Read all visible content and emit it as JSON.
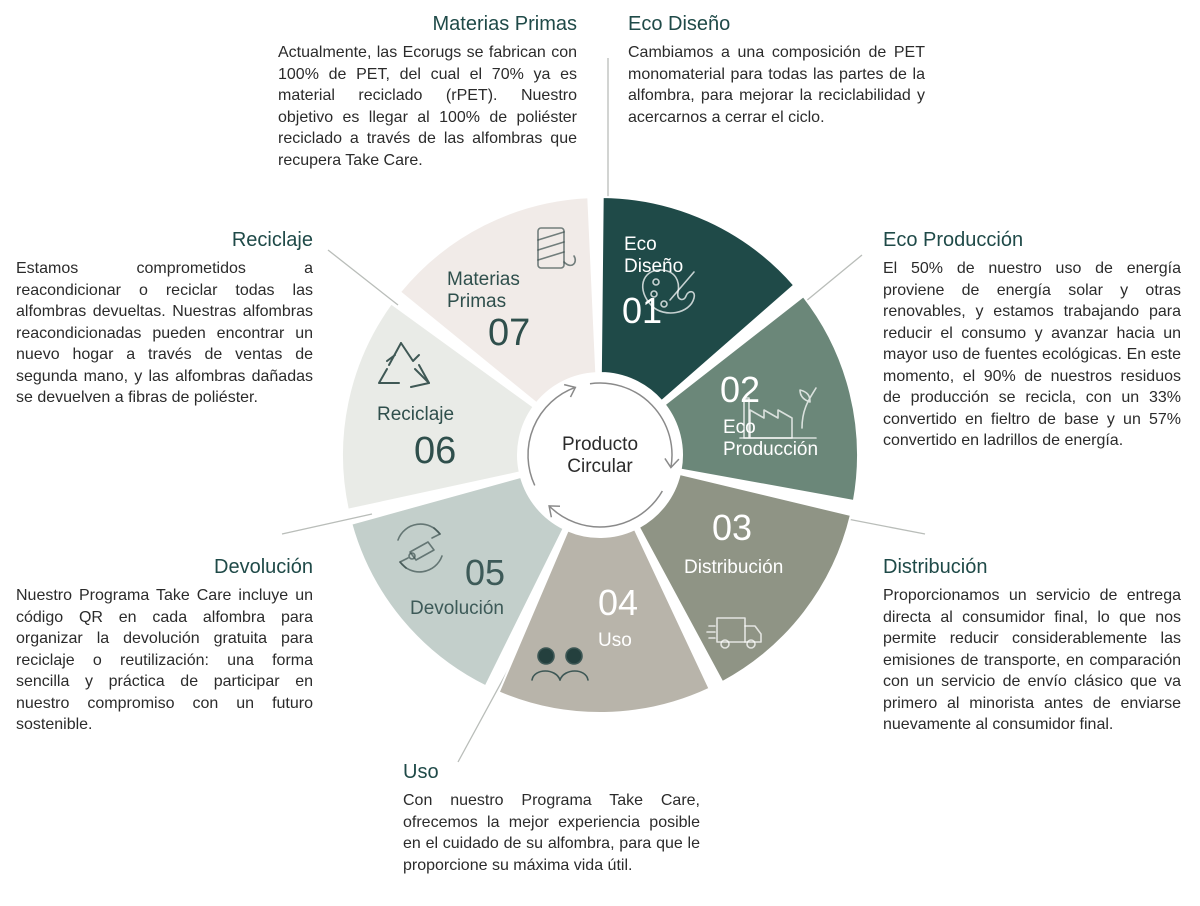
{
  "colors": {
    "title": "#1f4a48",
    "text": "#2b2b2b",
    "connector": "#b9bdb9",
    "arrow": "#8a8a8a"
  },
  "center": {
    "line1": "Producto",
    "line2": "Circular"
  },
  "stages": [
    {
      "id": "eco-diseno",
      "number": "01",
      "line1": "Eco",
      "line2": "Diseño",
      "fill": "#1f4a48",
      "text_color": "#ffffff",
      "icon": "palette-icon"
    },
    {
      "id": "eco-produccion",
      "number": "02",
      "line1": "Eco",
      "line2": "Producción",
      "fill": "#6b8779",
      "text_color": "#ffffff",
      "icon": "factory-icon"
    },
    {
      "id": "distribucion",
      "number": "03",
      "line1": "Distribución",
      "line2": "",
      "fill": "#8f9485",
      "text_color": "#ffffff",
      "icon": "truck-icon"
    },
    {
      "id": "uso",
      "number": "04",
      "line1": "Uso",
      "line2": "",
      "fill": "#b8b4aa",
      "text_color": "#ffffff",
      "icon": "people-icon"
    },
    {
      "id": "devolucion",
      "number": "05",
      "line1": "Devolución",
      "line2": "",
      "fill": "#c3cfcb",
      "text_color": "#3d5a58",
      "icon": "return-icon"
    },
    {
      "id": "reciclaje",
      "number": "06",
      "line1": "Reciclaje",
      "line2": "",
      "fill": "#e9ebe7",
      "text_color": "#2f4f4c",
      "icon": "recycle-icon"
    },
    {
      "id": "materias-primas",
      "number": "07",
      "line1": "Materias",
      "line2": "Primas",
      "fill": "#f1ebe8",
      "text_color": "#2f4f4c",
      "icon": "yarn-icon"
    }
  ],
  "descriptions": {
    "materias_primas": {
      "title": "Materias Primas",
      "text": "Actualmente, las Ecorugs se fabrican con 100% de PET, del cual el 70% ya es material reciclado (rPET). Nuestro objetivo es llegar al 100% de poliéster reciclado a través de las alfombras que recupera Take Care."
    },
    "eco_diseno": {
      "title": "Eco Diseño",
      "text": "Cambiamos a una composición de PET monomaterial para todas las partes de la alfombra, para mejorar la reciclabilidad y acercarnos a cerrar el ciclo."
    },
    "eco_produccion": {
      "title": "Eco Producción",
      "text": "El 50% de nuestro uso de energía proviene de energía solar y otras renovables, y estamos trabajando para reducir el consumo y avanzar hacia un mayor uso de fuentes ecológicas. En este momento, el 90% de nuestros residuos de producción se recicla, con un 33% convertido en fieltro de base y un 57% convertido en ladrillos de energía."
    },
    "distribucion": {
      "title": "Distribución",
      "text": "Proporcionamos un servicio de entrega directa al consumidor final, lo que nos permite reducir considerablemente las emisiones de transporte, en comparación con un servicio de envío clásico que va primero al minorista antes de enviarse nuevamente al consumidor final."
    },
    "uso": {
      "title": "Uso",
      "text": "Con nuestro Programa Take Care, ofrecemos la mejor experiencia posible en el cuidado de su alfombra, para que le proporcione su máxima vida útil."
    },
    "devolucion": {
      "title": "Devolución",
      "text": "Nuestro Programa Take Care incluye un código QR en cada alfombra para organizar la devolución gratuita para reciclaje o reutilización: una forma sencilla y práctica de participar en nuestro compromiso con un futuro sostenible."
    },
    "reciclaje": {
      "title": "Reciclaje",
      "text": "Estamos comprometidos a reacondicionar o reciclar todas las alfombras devueltas. Nuestras alfombras reacondicionadas pueden encontrar un nuevo hogar a través de ventas de segunda mano, y las alfombras dañadas se devuelven a fibras de poliéster."
    }
  }
}
